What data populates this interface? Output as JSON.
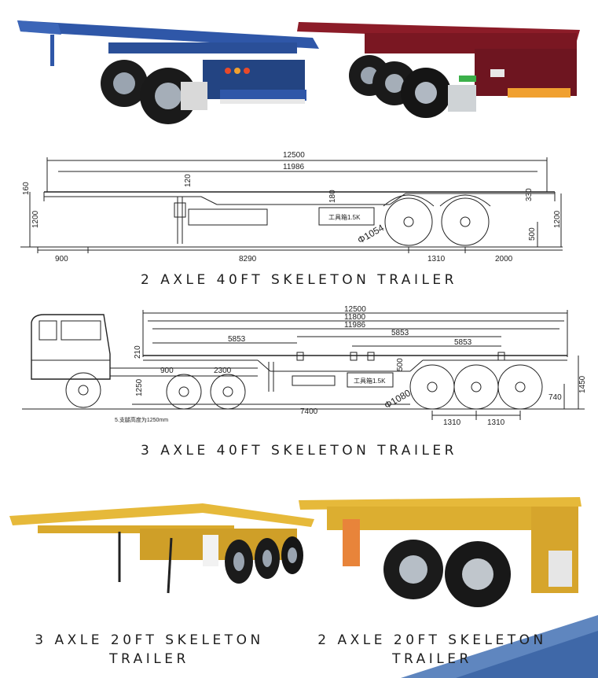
{
  "sections": [
    {
      "caption": "2 AXLE 40FT SKELETON TRAILER",
      "dims": {
        "overall": "12500",
        "inner": "11986",
        "left_h": "160",
        "front_h": "1200",
        "king": "120",
        "mid": "180",
        "rear_h": "330",
        "right_h": "1200",
        "wheel_h": "500",
        "front_off": "900",
        "span": "8290",
        "axle_gap": "1310",
        "rear_over": "2000",
        "tire": "Φ1054",
        "toolbox": "工具箱1.5K"
      }
    },
    {
      "caption": "3 AXLE 40FT SKELETON TRAILER",
      "dims": {
        "overall": "12500",
        "d2": "11800",
        "d3": "11986",
        "seg1": "5853",
        "seg2": "5853",
        "seg3": "5853",
        "left_v": "210",
        "h1": "1250",
        "v500": "500",
        "right_v": "1450",
        "v740": "740",
        "s900": "900",
        "s2300": "2300",
        "s7400": "7400",
        "tire": "Φ1080",
        "axle1": "1310",
        "axle2": "1310",
        "toolbox": "工具箱1.5K",
        "note": "5.支腿高度为1250mm"
      }
    }
  ],
  "bottom": [
    {
      "line1": "3 AXLE 20FT SKELETON",
      "line2": "TRAILER"
    },
    {
      "line1": "2 AXLE 20FT SKELETON",
      "line2": "TRAILER"
    }
  ],
  "colors": {
    "blue_trailer": "#2f57a8",
    "red_trailer": "#8c1c28",
    "yellow_trailer": "#e6b93a",
    "accent_corner": "#5f86bf"
  }
}
